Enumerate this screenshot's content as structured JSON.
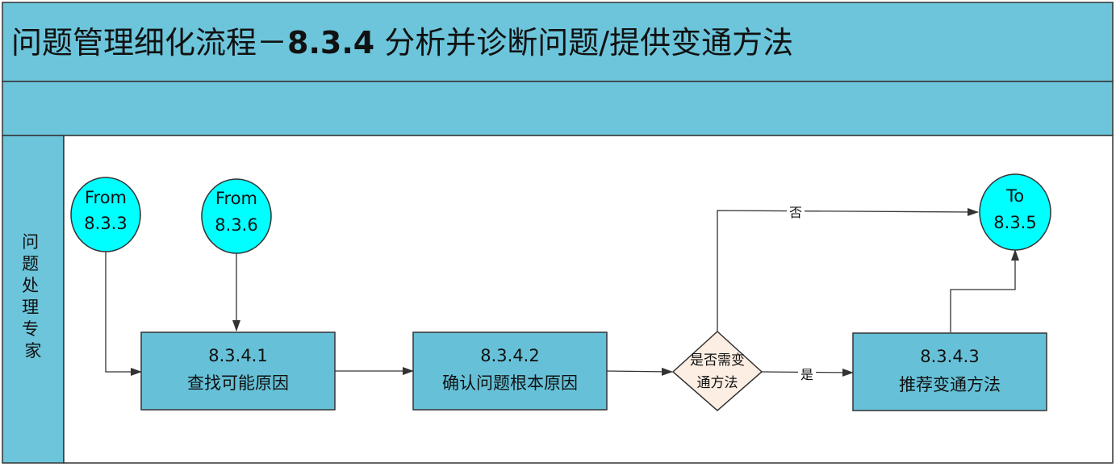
{
  "title": {
    "prefix": "问题管理细化流程－",
    "code": "8.3.4",
    "suffix": " 分析并诊断问题/提供变通方法"
  },
  "lane": {
    "label_chars": [
      "问",
      "题",
      "处",
      "理",
      "专",
      "家"
    ]
  },
  "nodes": {
    "from_833": {
      "line1": "From",
      "line2": "8.3.3"
    },
    "from_836": {
      "line1": "From",
      "line2": "8.3.6"
    },
    "to_835": {
      "line1": "To",
      "line2": "8.3.5"
    },
    "step_8341": {
      "code": "8.3.4.1",
      "label": "查找可能原因"
    },
    "step_8342": {
      "code": "8.3.4.2",
      "label": "确认问题根本原因"
    },
    "step_8343": {
      "code": "8.3.4.3",
      "label": "推荐变通方法"
    },
    "decision": {
      "line1": "是否需变",
      "line2": "通方法"
    }
  },
  "edges": {
    "no_label": "否",
    "yes_label": "是"
  },
  "colors": {
    "header_fill": "#6cc5db",
    "box_fill": "#66c1d8",
    "circle_fill": "#00ffff",
    "decision_fill": "#fdeee3",
    "line": "#333333"
  }
}
